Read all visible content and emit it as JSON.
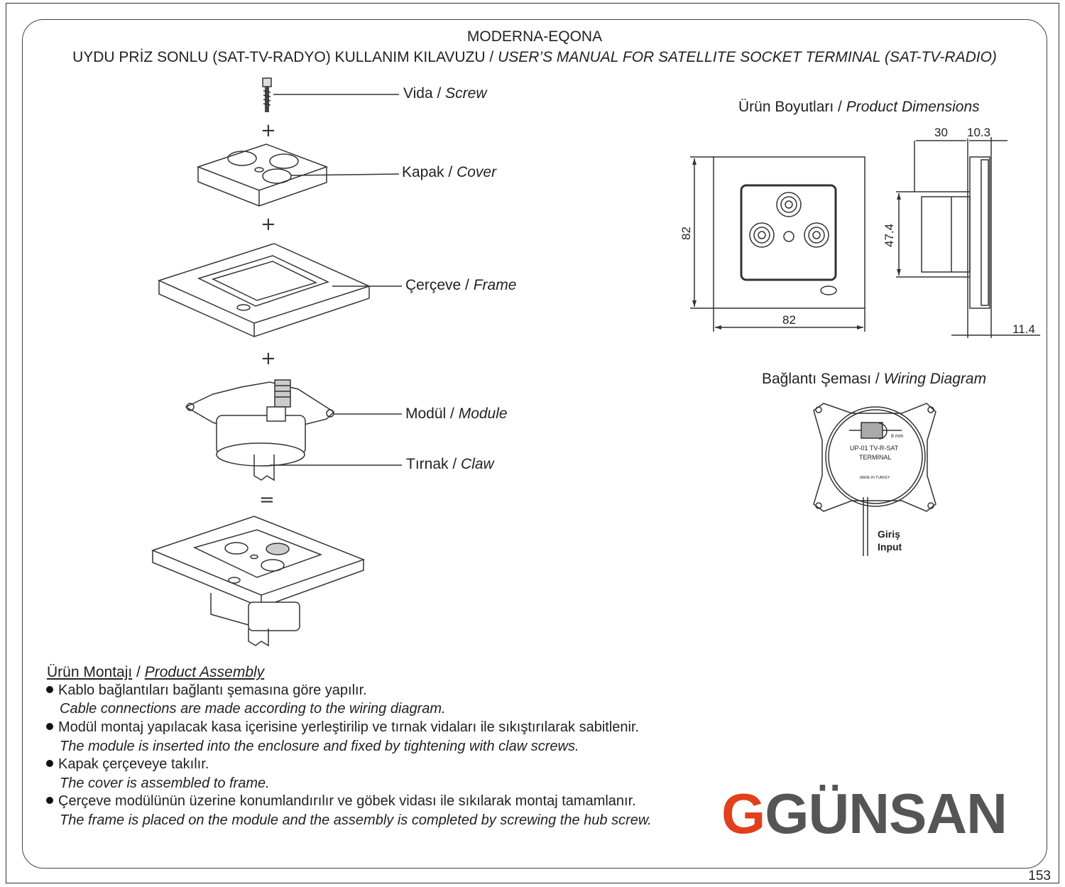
{
  "header": {
    "model": "MODERNA-EQONA",
    "title_tr": "UYDU PRİZ SONLU (SAT-TV-RADYO) KULLANIM KILAVUZU / ",
    "title_en": "USER’S MANUAL FOR SATELLITE SOCKET TERMINAL (SAT-TV-RADIO)"
  },
  "parts": {
    "screw": {
      "tr": "Vida / ",
      "en": "Screw"
    },
    "cover": {
      "tr": "Kapak / ",
      "en": "Cover"
    },
    "frame": {
      "tr": "Çerçeve / ",
      "en": "Frame"
    },
    "module": {
      "tr": "Modül / ",
      "en": "Module"
    },
    "claw": {
      "tr": "Tırnak / ",
      "en": "Claw"
    }
  },
  "operators": {
    "plus": "+",
    "equals": "="
  },
  "dimensions": {
    "title_tr": "Ürün Boyutları / ",
    "title_en": "Product Dimensions",
    "width": "82",
    "height": "82",
    "inner_height": "47.4",
    "depth_30": "30",
    "depth_10_3": "10.3",
    "depth_11_4": "11.4"
  },
  "wiring": {
    "title_tr": "Bağlantı Şeması / ",
    "title_en": "Wiring Diagram",
    "strip_length": "8 mm",
    "device_code": "UP-01 TV-R-SAT",
    "device_type": "TERMİNAL",
    "made_in": "MADE IN TURKEY",
    "input_tr": "Giriş",
    "input_en": "Input"
  },
  "assembly": {
    "title_tr": "Ürün Montajı",
    "sep": " / ",
    "title_en": "Product Assembly",
    "steps": [
      {
        "tr": "Kablo bağlantıları bağlantı şemasına göre yapılır.",
        "en": "Cable connections are made according to the wiring diagram."
      },
      {
        "tr": "Modül montaj yapılacak kasa içerisine yerleştirilip ve tırnak vidaları ile sıkıştırılarak sabitlenir.",
        "en": "The module is inserted into the enclosure and fixed by tightening with claw screws."
      },
      {
        "tr": "Kapak çerçeveye takılır.",
        "en": "The cover is assembled to frame."
      },
      {
        "tr": "Çerçeve modülünün üzerine konumlandırılır ve göbek vidası ile sıkılarak montaj tamamlanır.",
        "en": "The frame is placed on the module and the assembly is completed by screwing the hub screw."
      }
    ]
  },
  "brand": {
    "logo_mark": "G",
    "logo_text": "GÜNSAN"
  },
  "page_number": "153",
  "colors": {
    "brand_orange": "#e2401d",
    "brand_gray": "#555555",
    "line": "#333333"
  }
}
